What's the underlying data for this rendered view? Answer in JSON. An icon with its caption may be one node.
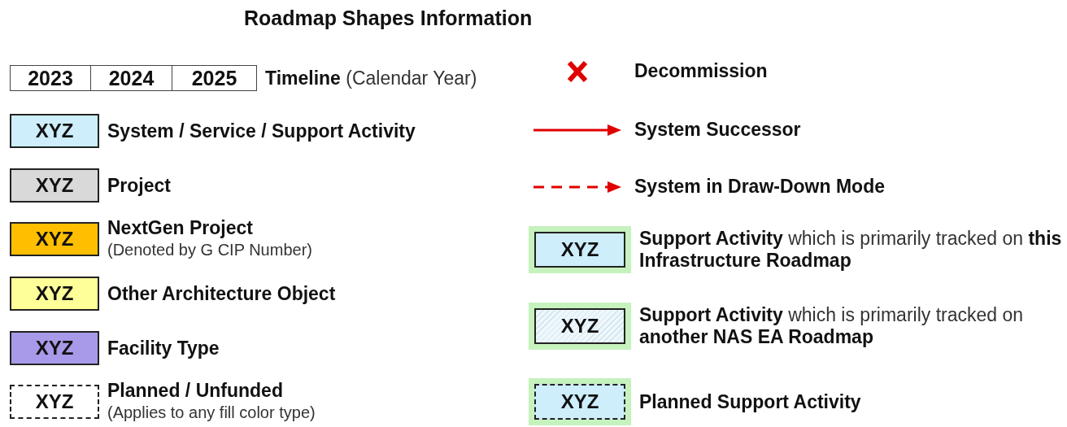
{
  "diagram": {
    "title": "Roadmap Shapes Information",
    "nodes": [
      {
        "text": [
          "2023"
        ]
      },
      {
        "text": [
          "2024"
        ]
      },
      {
        "text": [
          "2025"
        ],
        "beside": [
          "**Timeline** (Calendar Year)"
        ]
      },
      {
        "text": [
          "XYZ"
        ],
        "beside": [
          "System / Service / Support Activity"
        ]
      },
      {
        "text": [
          "XYZ"
        ],
        "beside": [
          "Project"
        ]
      },
      {
        "text": [
          "XYZ"
        ],
        "beside": [
          "NextGen Project",
          "(Denoted by G CIP Number)"
        ]
      },
      {
        "text": [
          "XYZ"
        ],
        "beside": [
          "Other Architecture Object"
        ]
      },
      {
        "text": [
          "XYZ"
        ],
        "beside": [
          "Facility Type"
        ]
      },
      {
        "text": [
          "XYZ"
        ],
        "beside": [
          "Planned / Unfunded",
          "(Applies to any fill color type)"
        ]
      },
      {
        "text": [
          "XYZ"
        ],
        "beside": [
          "**Support Activity** which is primarily tracked on **this Infrastructure Roadmap**"
        ]
      },
      {
        "text": [
          "XYZ"
        ],
        "beside": [
          "**Support Activity** which is primarily tracked on **another NAS EA Roadmap**"
        ]
      },
      {
        "text": [
          "XYZ"
        ],
        "beside": [
          "Planned Support Activity"
        ]
      }
    ],
    "edges": [],
    "legend": [
      {
        "text": "Decommission"
      },
      {
        "text": "System Successor"
      },
      {
        "text": "System in Draw-Down Mode"
      }
    ]
  }
}
